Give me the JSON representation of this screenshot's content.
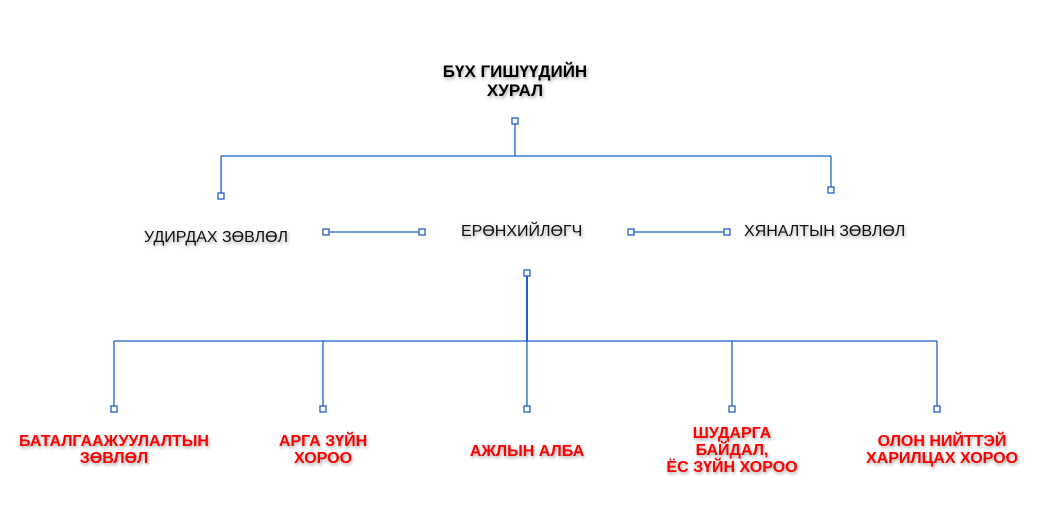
{
  "colors": {
    "connector": "#1f5fc8",
    "node_bottom": "#ff0000",
    "node_top": "#000000"
  },
  "top_node": {
    "line1": "БҮХ ГИШҮҮДИЙН",
    "line2": "ХУРАЛ"
  },
  "middle_nodes": {
    "left": "УДИРДАХ ЗӨВЛӨЛ",
    "center": "ЕРӨНХИЙЛӨГЧ",
    "right": "ХЯНАЛТЫН ЗӨВЛӨЛ"
  },
  "bottom_nodes": [
    {
      "lines": [
        "БАТАЛГААЖУУЛАЛТЫН",
        "ЗӨВЛӨЛ"
      ]
    },
    {
      "lines": [
        "АРГА ЗҮЙН",
        "ХОРОО"
      ]
    },
    {
      "lines": [
        "АЖЛЫН АЛБА"
      ]
    },
    {
      "lines": [
        "ШУДАРГА",
        "БАЙДАЛ,",
        "ЁС ЗҮЙН ХОРОО"
      ]
    },
    {
      "lines": [
        "ОЛОН НИЙТТЭЙ",
        "ХАРИЛЦАХ ХОРОО"
      ]
    }
  ]
}
